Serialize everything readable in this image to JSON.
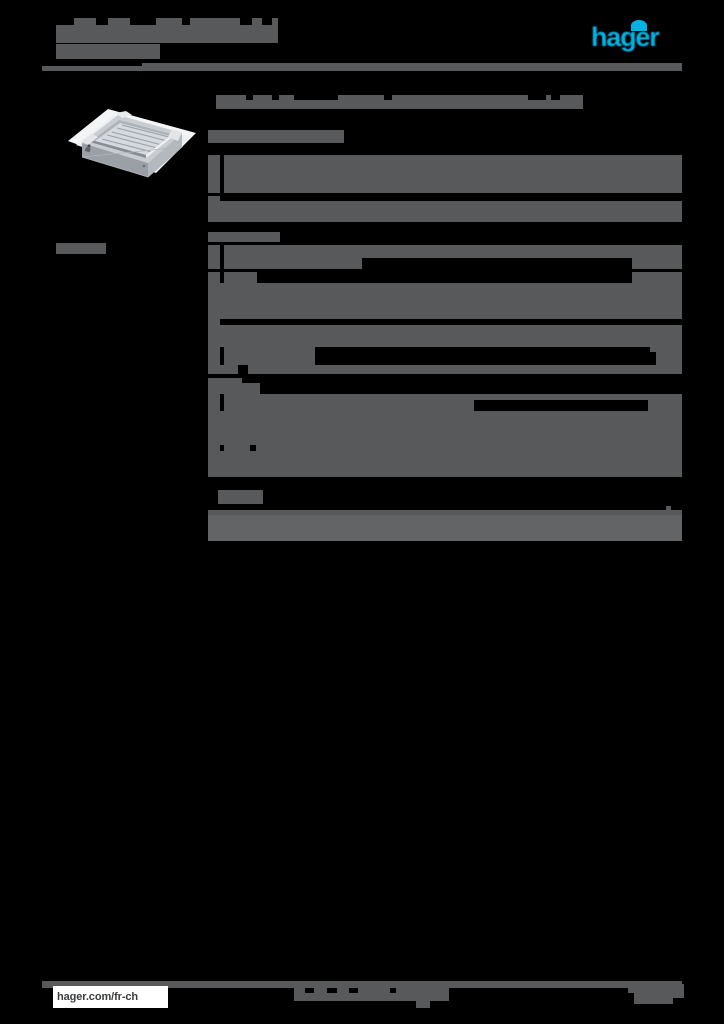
{
  "document": {
    "kind": "product-datasheet",
    "redacted": true,
    "page_background": "#000000",
    "redaction_color": "#58595b"
  },
  "brand": {
    "name": "hager",
    "logo_color": "#00b2e3"
  },
  "header": {
    "title": "",
    "subtitle": "",
    "rule": true
  },
  "product": {
    "image_alt": "underfloor installation box",
    "image_colors": {
      "body": "#d8dade",
      "metal_light": "#eceef0",
      "metal_mid": "#b8bcc1",
      "metal_dark": "#8b9095",
      "shadow": "#f2f3f5"
    }
  },
  "sidebar": {
    "label": ""
  },
  "main": {
    "heading": "",
    "sections": [
      {
        "title": "",
        "rows": [
          {
            "label": "",
            "value": ""
          },
          {
            "label": "",
            "value": ""
          },
          {
            "label": "",
            "value": ""
          },
          {
            "label": "",
            "value": ""
          }
        ]
      },
      {
        "title": "",
        "rows": [
          {
            "label": "",
            "value": ""
          },
          {
            "label": "",
            "value": ""
          },
          {
            "label": "",
            "value": ""
          },
          {
            "label": "",
            "value": ""
          },
          {
            "label": "",
            "value": ""
          },
          {
            "label": "",
            "value": ""
          },
          {
            "label": "",
            "value": ""
          }
        ]
      },
      {
        "title": "",
        "rows": [
          {
            "label": "",
            "value": ""
          },
          {
            "label": "",
            "value": ""
          },
          {
            "label": "",
            "value": ""
          },
          {
            "label": "",
            "value": ""
          }
        ]
      },
      {
        "title": "",
        "rows": [
          {
            "label": "",
            "value": ""
          },
          {
            "label": "",
            "value": ""
          }
        ]
      }
    ]
  },
  "footer": {
    "url": "hager.com/fr-ch",
    "center_text": "",
    "page_number": ""
  }
}
